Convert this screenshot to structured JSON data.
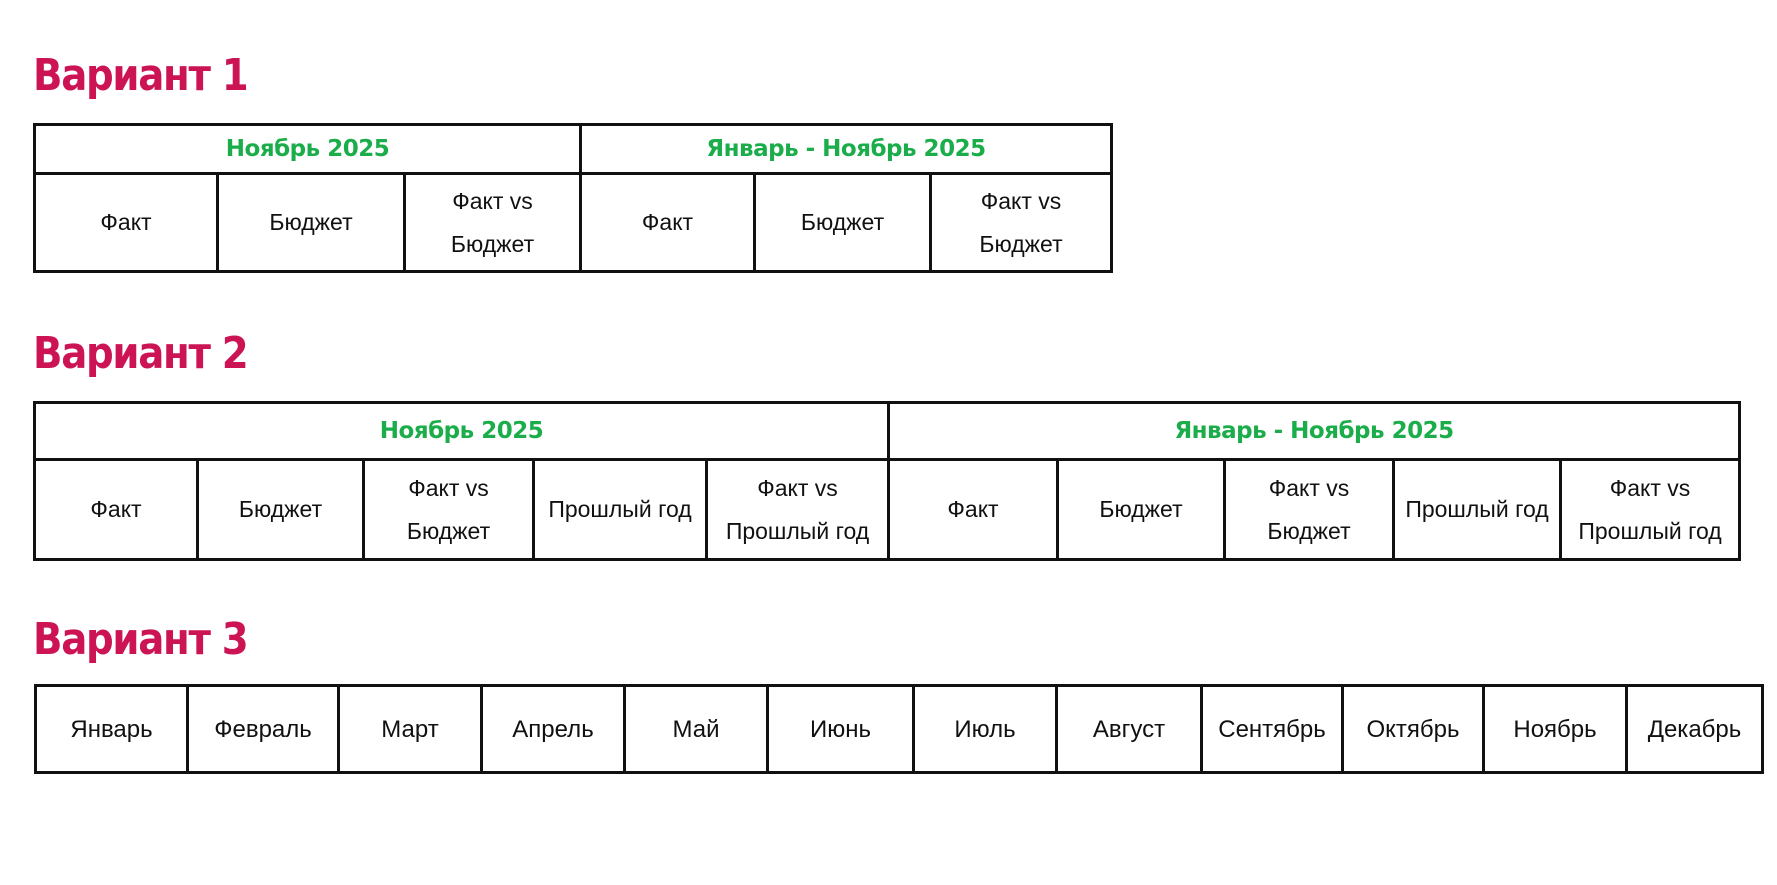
{
  "colors": {
    "title": "#cc1455",
    "period_header": "#1aad4a",
    "border": "#111111",
    "text": "#111111"
  },
  "variant1": {
    "title": "Вариант 1",
    "periods": [
      "Ноябрь 2025",
      "Январь - Ноябрь 2025"
    ],
    "columns": [
      "Факт",
      "Бюджет",
      "Факт vs\nБюджет",
      "Факт",
      "Бюджет",
      "Факт vs\nБюджет"
    ]
  },
  "variant2": {
    "title": "Вариант 2",
    "periods": [
      "Ноябрь 2025",
      "Январь - Ноябрь 2025"
    ],
    "columns": [
      "Факт",
      "Бюджет",
      "Факт vs\nБюджет",
      "Прошлый год",
      "Факт vs\nПрошлый год",
      "Факт",
      "Бюджет",
      "Факт vs\nБюджет",
      "Прошлый год",
      "Факт vs\nПрошлый год"
    ]
  },
  "variant3": {
    "title": "Вариант 3",
    "months": [
      "Январь",
      "Февраль",
      "Март",
      "Апрель",
      "Май",
      "Июнь",
      "Июль",
      "Август",
      "Сентябрь",
      "Октябрь",
      "Ноябрь",
      "Декабрь"
    ]
  }
}
